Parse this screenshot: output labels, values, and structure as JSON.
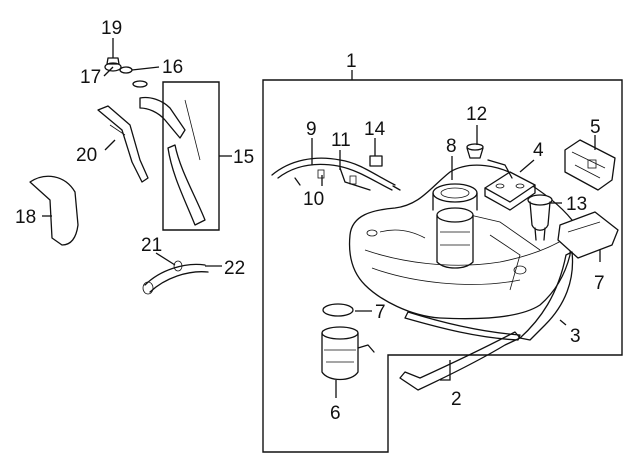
{
  "callouts": [
    {
      "id": "c1",
      "label": "1"
    },
    {
      "id": "c2",
      "label": "2"
    },
    {
      "id": "c3",
      "label": "3"
    },
    {
      "id": "c4",
      "label": "4"
    },
    {
      "id": "c5",
      "label": "5"
    },
    {
      "id": "c6",
      "label": "6"
    },
    {
      "id": "c7a",
      "label": "7"
    },
    {
      "id": "c7b",
      "label": "7"
    },
    {
      "id": "c8",
      "label": "8"
    },
    {
      "id": "c9",
      "label": "9"
    },
    {
      "id": "c10",
      "label": "10"
    },
    {
      "id": "c11",
      "label": "11"
    },
    {
      "id": "c12",
      "label": "12"
    },
    {
      "id": "c13",
      "label": "13"
    },
    {
      "id": "c14",
      "label": "14"
    },
    {
      "id": "c15",
      "label": "15"
    },
    {
      "id": "c16",
      "label": "16"
    },
    {
      "id": "c17",
      "label": "17"
    },
    {
      "id": "c18",
      "label": "18"
    },
    {
      "id": "c19",
      "label": "19"
    },
    {
      "id": "c20",
      "label": "20"
    },
    {
      "id": "c21",
      "label": "21"
    },
    {
      "id": "c22",
      "label": "22"
    }
  ]
}
